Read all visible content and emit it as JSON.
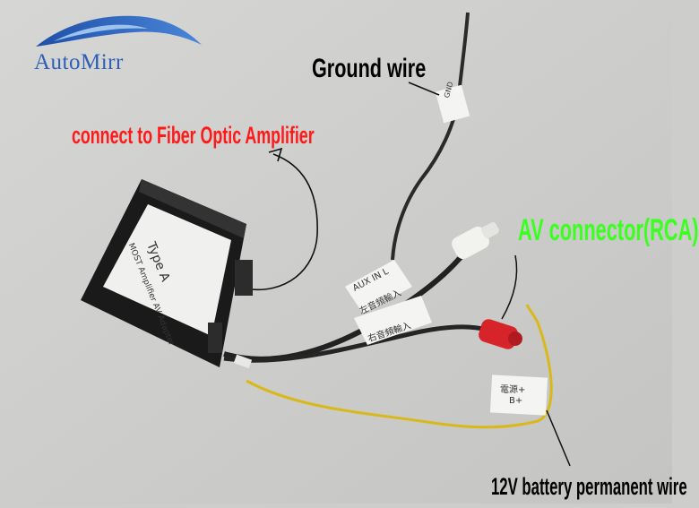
{
  "logo": {
    "text": "AutoMirr",
    "color": "#2d5fb8"
  },
  "labels": {
    "ground": "Ground wire",
    "fiber": "connect to Fiber Optic Amplifier",
    "av": "AV connector(RCA)",
    "battery": "12V battery permanent wire"
  },
  "device": {
    "sticker_line1": "MOST Amplifier AV Adapter",
    "sticker_line2": "Type A"
  },
  "wire_tags": {
    "aux": "AUX IN L",
    "left_audio": "左音頻輸入",
    "right_audio": "右音頻輸入",
    "power_line1": "電源+",
    "power_line2": "B+",
    "ground_tag": "GND"
  },
  "colors": {
    "ground_label": "#000000",
    "fiber_label": "#ff1a1a",
    "av_label": "#3aff1f",
    "battery_label": "#000000",
    "wire_yellow": "#d9b81a",
    "rca_red": "#d6242a",
    "rca_white": "#f2f2ee"
  }
}
